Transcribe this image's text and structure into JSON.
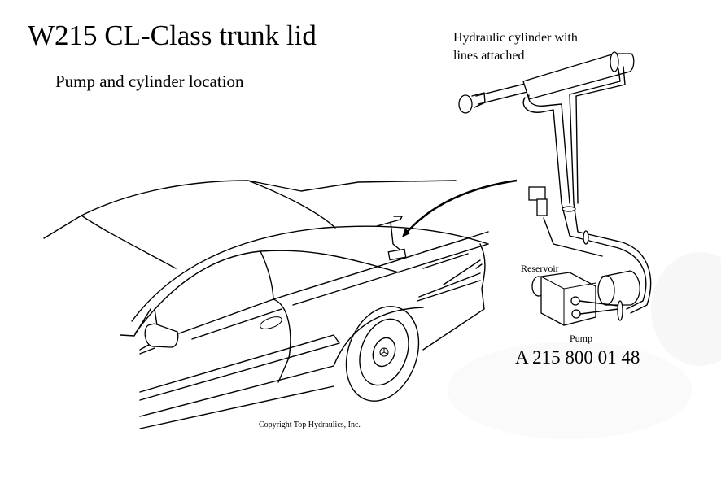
{
  "title": "W215 CL-Class trunk lid",
  "subtitle": "Pump and cylinder location",
  "labels": {
    "cylinder_line1": "Hydraulic cylinder with",
    "cylinder_line2": "lines attached",
    "reservoir": "Reservoir",
    "pump": "Pump",
    "part_number": "A 215 800 01 48",
    "copyright": "Copyright Top Hydraulics, Inc."
  },
  "icons": {
    "pointer_arrow": "arrow-pointing-to-trunk-location",
    "car": "car-outline-drawing",
    "cylinder": "hydraulic-cylinder-drawing",
    "pump": "pump-reservoir-drawing"
  }
}
